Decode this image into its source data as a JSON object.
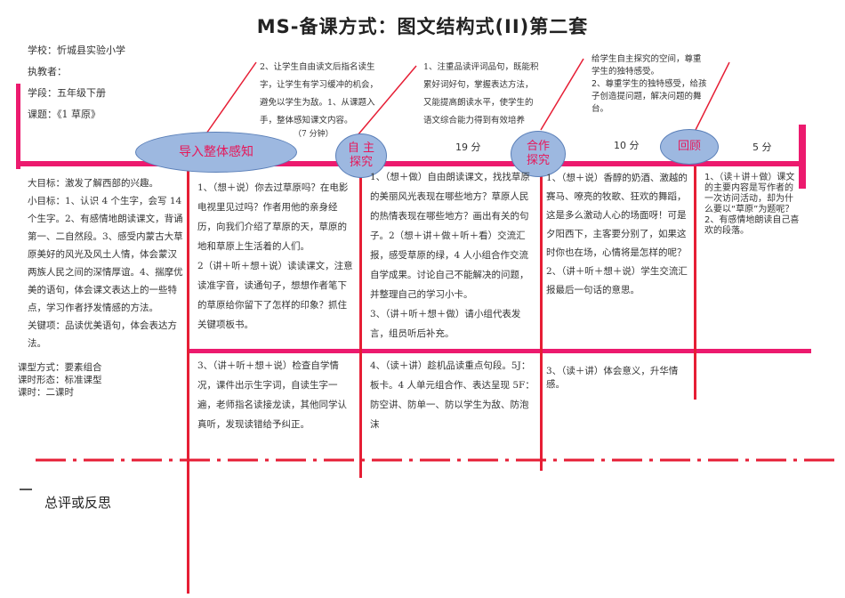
{
  "title": "MS-备课方式：图文结构式(II)第二套",
  "info": {
    "school": "学校：忻城县实验小学",
    "teacher": "执教者：",
    "grade": "学段：五年级下册",
    "lesson": "课题：《1 草原》"
  },
  "stages": [
    {
      "label": "导入整体感知",
      "minutes": ""
    },
    {
      "label": "自 主\n探究",
      "minutes": "19 分"
    },
    {
      "label": "合作\n探究",
      "minutes": "10 分"
    },
    {
      "label": "回顾",
      "minutes": "5 分"
    }
  ],
  "callouts": {
    "c1": "2、让学生自由读文后指名读生字，让学生有学习缓冲的机会，避免以学生为敌。1、从课题入手，整体感知课文内容。",
    "c1_time": "（7 分钟）",
    "c2": "1、注重品读评词品句，既能积累好词好句，掌握表达方法，又能提高朗读水平，使学生的语文综合能力得到有效培养",
    "c3": "给学生自主探究的空间，尊重学生的独特感受。\n2、尊重学生的独特感受，给孩子创造提问题，解决问题的舞台。"
  },
  "objectives": "大目标：激发了解西部的兴趣。\n小目标：1、认识 4 个生字，会写 14 个生字。2、有感情地朗读课文，背诵第一、二自然段。3、感受内蒙古大草原美好的风光及风土人情，体会蒙汉两族人民之间的深情厚谊。4、揣摩优美的语句，体会课文表达上的一些特点，学习作者抒发情感的方法。\n关键项：品读优美语句，体会表达方法。",
  "class_type": "课型方式：要素组合\n课时形态：标准课型\n课时：二课时",
  "steps": {
    "s1a": "1、（想＋说）你去过草原吗？在电影电视里见过吗？作者用他的亲身经历，向我们介绍了草原的天，草原的地和草原上生活着的人们。\n2（讲＋听＋想＋说）读读课文，注意读准字音，读通句子，想想作者笔下的草原给你留下了怎样的印象？抓住关键项板书。",
    "s1b": "3、（讲＋听＋想＋说）检查自学情况，课件出示生字词，自读生字一遍，老师指名读接龙读，其他同学认真听，发现读错给予纠正。",
    "s2a": "1、（想＋做）自由朗读课文，找找草原的美丽风光表现在哪些地方？草原人民的热情表现在哪些地方？画出有关的句子。2（想＋讲＋做＋听＋看）交流汇报，感受草原的绿，4 人小组合作交流自学成果。讨论自己不能解决的问题，并整理自己的学习小卡。\n3、（讲＋听＋想＋做）请小组代表发言，组员听后补充。",
    "s2b": "4、（读＋讲）趁机品读重点句段。5J：板卡。4 人单元组合作、表达呈现 5F：防空讲、防单一、防以学生为敌、防泡沫",
    "s3a": "1、（想＋说）香醇的奶酒、激越的赛马、嘹亮的牧歌、狂欢的舞蹈，这是多么激动人心的场面呀！可是夕阳西下，主客要分别了，如果这时你也在场，心情将是怎样的呢？\n2、（讲＋听＋想＋说）学生交流汇报最后一句话的意思。",
    "s3b": "3、（读＋讲）体会意义，升华情感。",
    "s4a": "1、（读＋讲＋做）课文的主要内容是写作者的一次访问活动，却为什么要以“草原”为题呢？\n2、有感情地朗读自己喜欢的段落。"
  },
  "footer": {
    "label": "总评或反思"
  },
  "colors": {
    "pink": "#ec1a6e",
    "red": "#e61e35",
    "oval_fill": "#9db8e0",
    "oval_text": "#e6185a"
  }
}
